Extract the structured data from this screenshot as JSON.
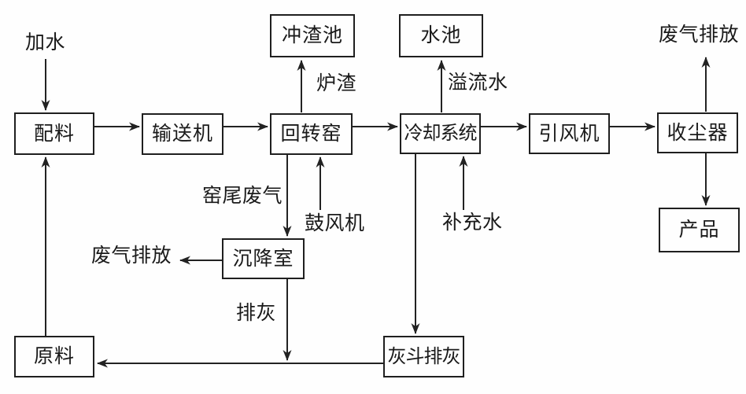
{
  "diagram": {
    "type": "process-flowchart",
    "language": "zh-CN",
    "colors": {
      "background": "#fefefe",
      "line": "#222222",
      "text": "#1a1a1a",
      "node_fill": "#fefefe"
    },
    "nodes": {
      "batching": {
        "label": "配料"
      },
      "conveyor": {
        "label": "输送机"
      },
      "rotary_kiln": {
        "label": "回转窑"
      },
      "slag_flush_pool": {
        "label": "冲渣池"
      },
      "water_pool": {
        "label": "水池"
      },
      "cooling_system": {
        "label": "冷却系统"
      },
      "induced_draft_fan": {
        "label": "引风机"
      },
      "dust_collector": {
        "label": "收尘器"
      },
      "product": {
        "label": "产品"
      },
      "settling_chamber": {
        "label": "沉降室"
      },
      "raw_material": {
        "label": "原料"
      },
      "ash_hopper_discharge": {
        "label": "灰斗排灰"
      }
    },
    "flow_labels": {
      "add_water": "加水",
      "furnace_slag": "炉渣",
      "overflow_water": "溢流水",
      "exhaust_emission_top": "废气排放",
      "kiln_tail_exhaust_gas": "窑尾废气",
      "blower": "鼓风机",
      "makeup_water": "补充水",
      "exhaust_emission_left": "废气排放",
      "ash_discharge": "排灰"
    },
    "edges": [
      {
        "from": "加水",
        "to": "配料"
      },
      {
        "from": "原料",
        "to": "配料"
      },
      {
        "from": "配料",
        "to": "输送机"
      },
      {
        "from": "输送机",
        "to": "回转窑"
      },
      {
        "from": "回转窑",
        "to": "冲渣池",
        "label": "炉渣"
      },
      {
        "from": "回转窑",
        "to": "冷却系统"
      },
      {
        "from": "回转窑",
        "to": "沉降室",
        "label": "窑尾废气"
      },
      {
        "from": "鼓风机",
        "to": "回转窑"
      },
      {
        "from": "冷却系统",
        "to": "水池",
        "label": "溢流水"
      },
      {
        "from": "补充水",
        "to": "冷却系统"
      },
      {
        "from": "冷却系统",
        "to": "引风机"
      },
      {
        "from": "冷却系统",
        "to": "灰斗排灰"
      },
      {
        "from": "引风机",
        "to": "收尘器"
      },
      {
        "from": "收尘器",
        "to": "废气排放"
      },
      {
        "from": "收尘器",
        "to": "产品"
      },
      {
        "from": "沉降室",
        "to": "废气排放"
      },
      {
        "from": "沉降室",
        "to": "原料",
        "label": "排灰"
      },
      {
        "from": "灰斗排灰",
        "to": "原料"
      }
    ]
  }
}
